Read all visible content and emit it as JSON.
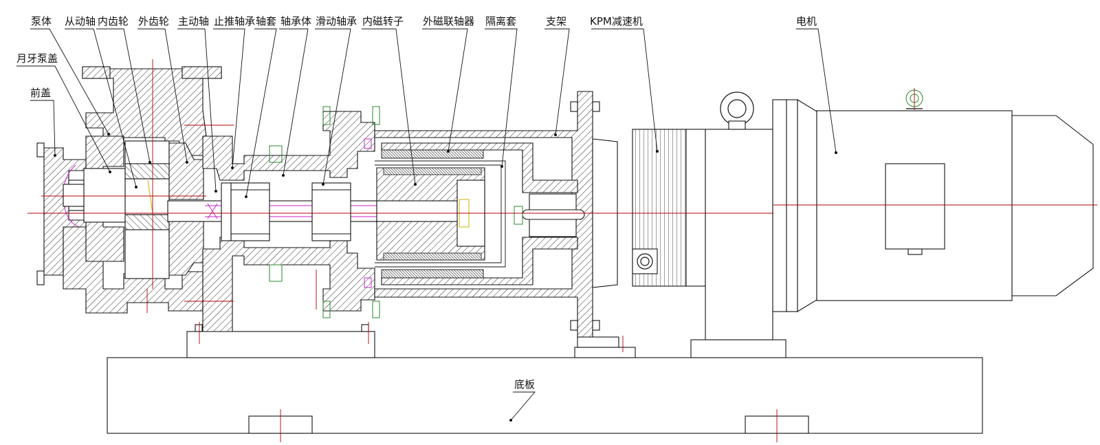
{
  "diagram": {
    "labels": {
      "pump_body": "泵体",
      "driven_shaft": "从动轴",
      "inner_gear": "内齿轮",
      "outer_gear": "外齿轮",
      "main_shaft": "主动轴",
      "thrust_bearing": "止推轴承",
      "shaft_sleeve": "轴套",
      "bearing_body": "轴承体",
      "sliding_bearing": "滑动轴承",
      "inner_magnetic_rotor": "内磁转子",
      "outer_magnetic_coupling": "外磁联轴器",
      "isolation_sleeve": "隔离套",
      "bracket": "支架",
      "kpm_reducer": "KPM减速机",
      "motor": "电机",
      "crescent_cover": "月牙泵盖",
      "front_cover": "前盖",
      "base_plate": "底板"
    },
    "colors": {
      "outline": "#111111",
      "centerline": "#b00000",
      "magenta_detail": "#cc22cc",
      "green_detail": "#2a8a2a",
      "yellow_detail": "#c8b400"
    }
  }
}
